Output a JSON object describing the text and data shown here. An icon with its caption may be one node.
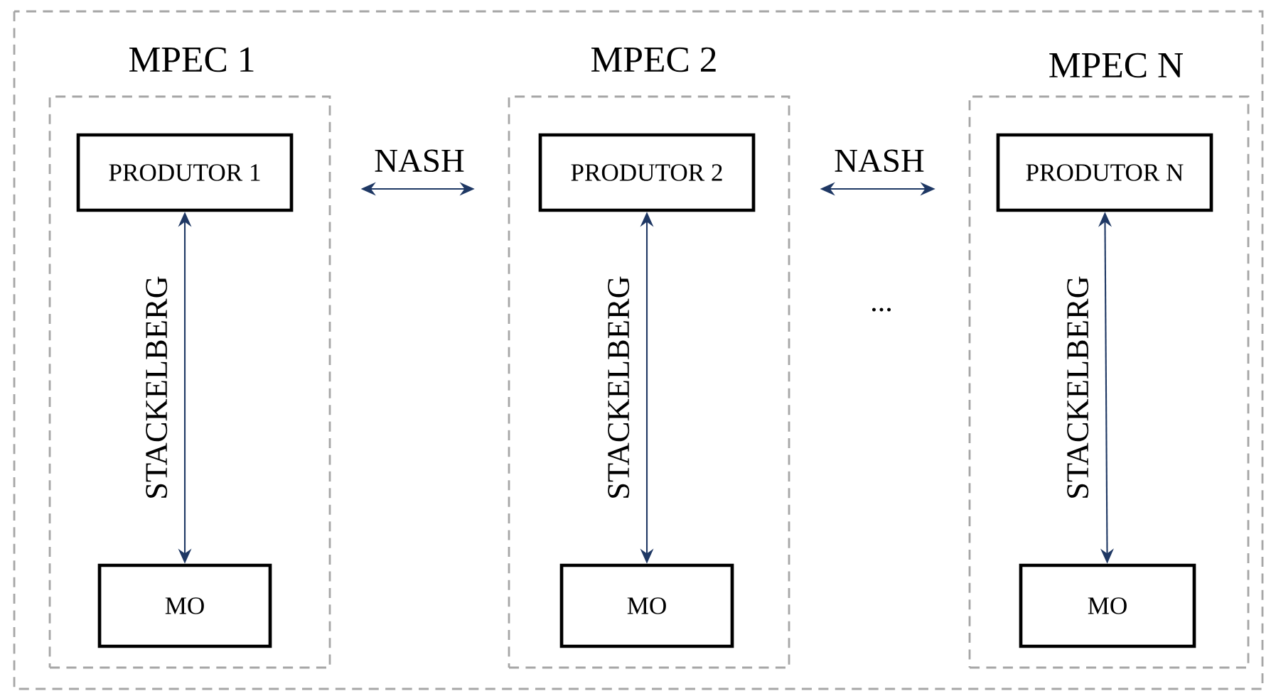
{
  "diagram": {
    "nodes": [
      {
        "text": [
          "MPEC 1"
        ]
      },
      {
        "text": [
          "PRODUTOR 1"
        ],
        "in": 0
      },
      {
        "text": [
          "MO"
        ],
        "in": 0
      },
      {
        "text": [
          "MPEC 2"
        ]
      },
      {
        "text": [
          "PRODUTOR 2"
        ],
        "in": 3
      },
      {
        "text": [
          "MO"
        ],
        "in": 3
      },
      {
        "text": [
          "MPEC N"
        ]
      },
      {
        "text": [
          "PRODUTOR N"
        ],
        "in": 6
      },
      {
        "text": [
          "MO"
        ],
        "in": 6
      }
    ],
    "edges": [
      {
        "from": 1,
        "to": 2,
        "arrow": "both",
        "label": "STACKELBERG"
      },
      {
        "from": 4,
        "to": 5,
        "arrow": "both",
        "label": "STACKELBERG"
      },
      {
        "from": 7,
        "to": 8,
        "arrow": "both",
        "label": "STACKELBERG"
      },
      {
        "from": 0,
        "to": 3,
        "arrow": "both",
        "label": "NASH"
      },
      {
        "from": 3,
        "to": 6,
        "arrow": "both",
        "label": "NASH"
      }
    ],
    "labels": [
      "..."
    ]
  }
}
